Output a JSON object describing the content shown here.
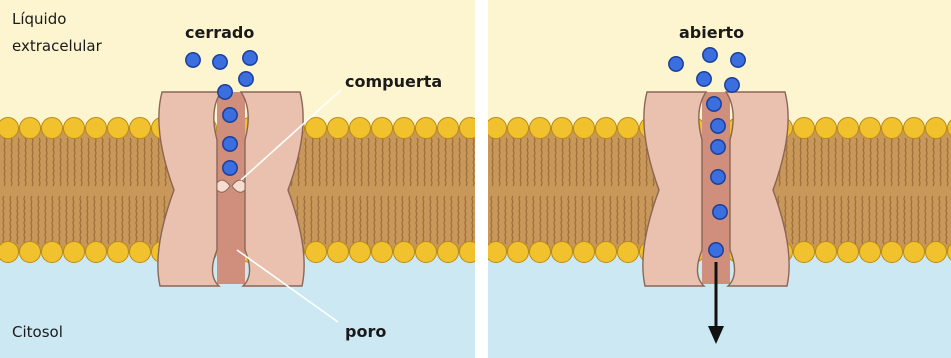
{
  "labels": {
    "extracellular_line1": "Líquido",
    "extracellular_line2": "extracelular",
    "cytosol": "Citosol",
    "closed": "cerrado",
    "gate": "compuerta",
    "pore": "poro",
    "open": "abierto"
  },
  "colors": {
    "extracellular": "#fdf5cf",
    "cytosol": "#cce8f3",
    "membrane_core": "#c8975a",
    "lipid_head": "#f2c22e",
    "lipid_head_edge": "#b98a17",
    "channel": "#eac1ae",
    "channel_edge": "#8a6656",
    "pore": "#cf8f7c",
    "ion": "#3b6fe0",
    "ion_edge": "#1c3f99",
    "arrow": "#111111"
  },
  "panels": [
    {
      "name": "closed-channel-panel",
      "state": "cerrado"
    },
    {
      "name": "open-channel-panel",
      "state": "abierto"
    }
  ]
}
